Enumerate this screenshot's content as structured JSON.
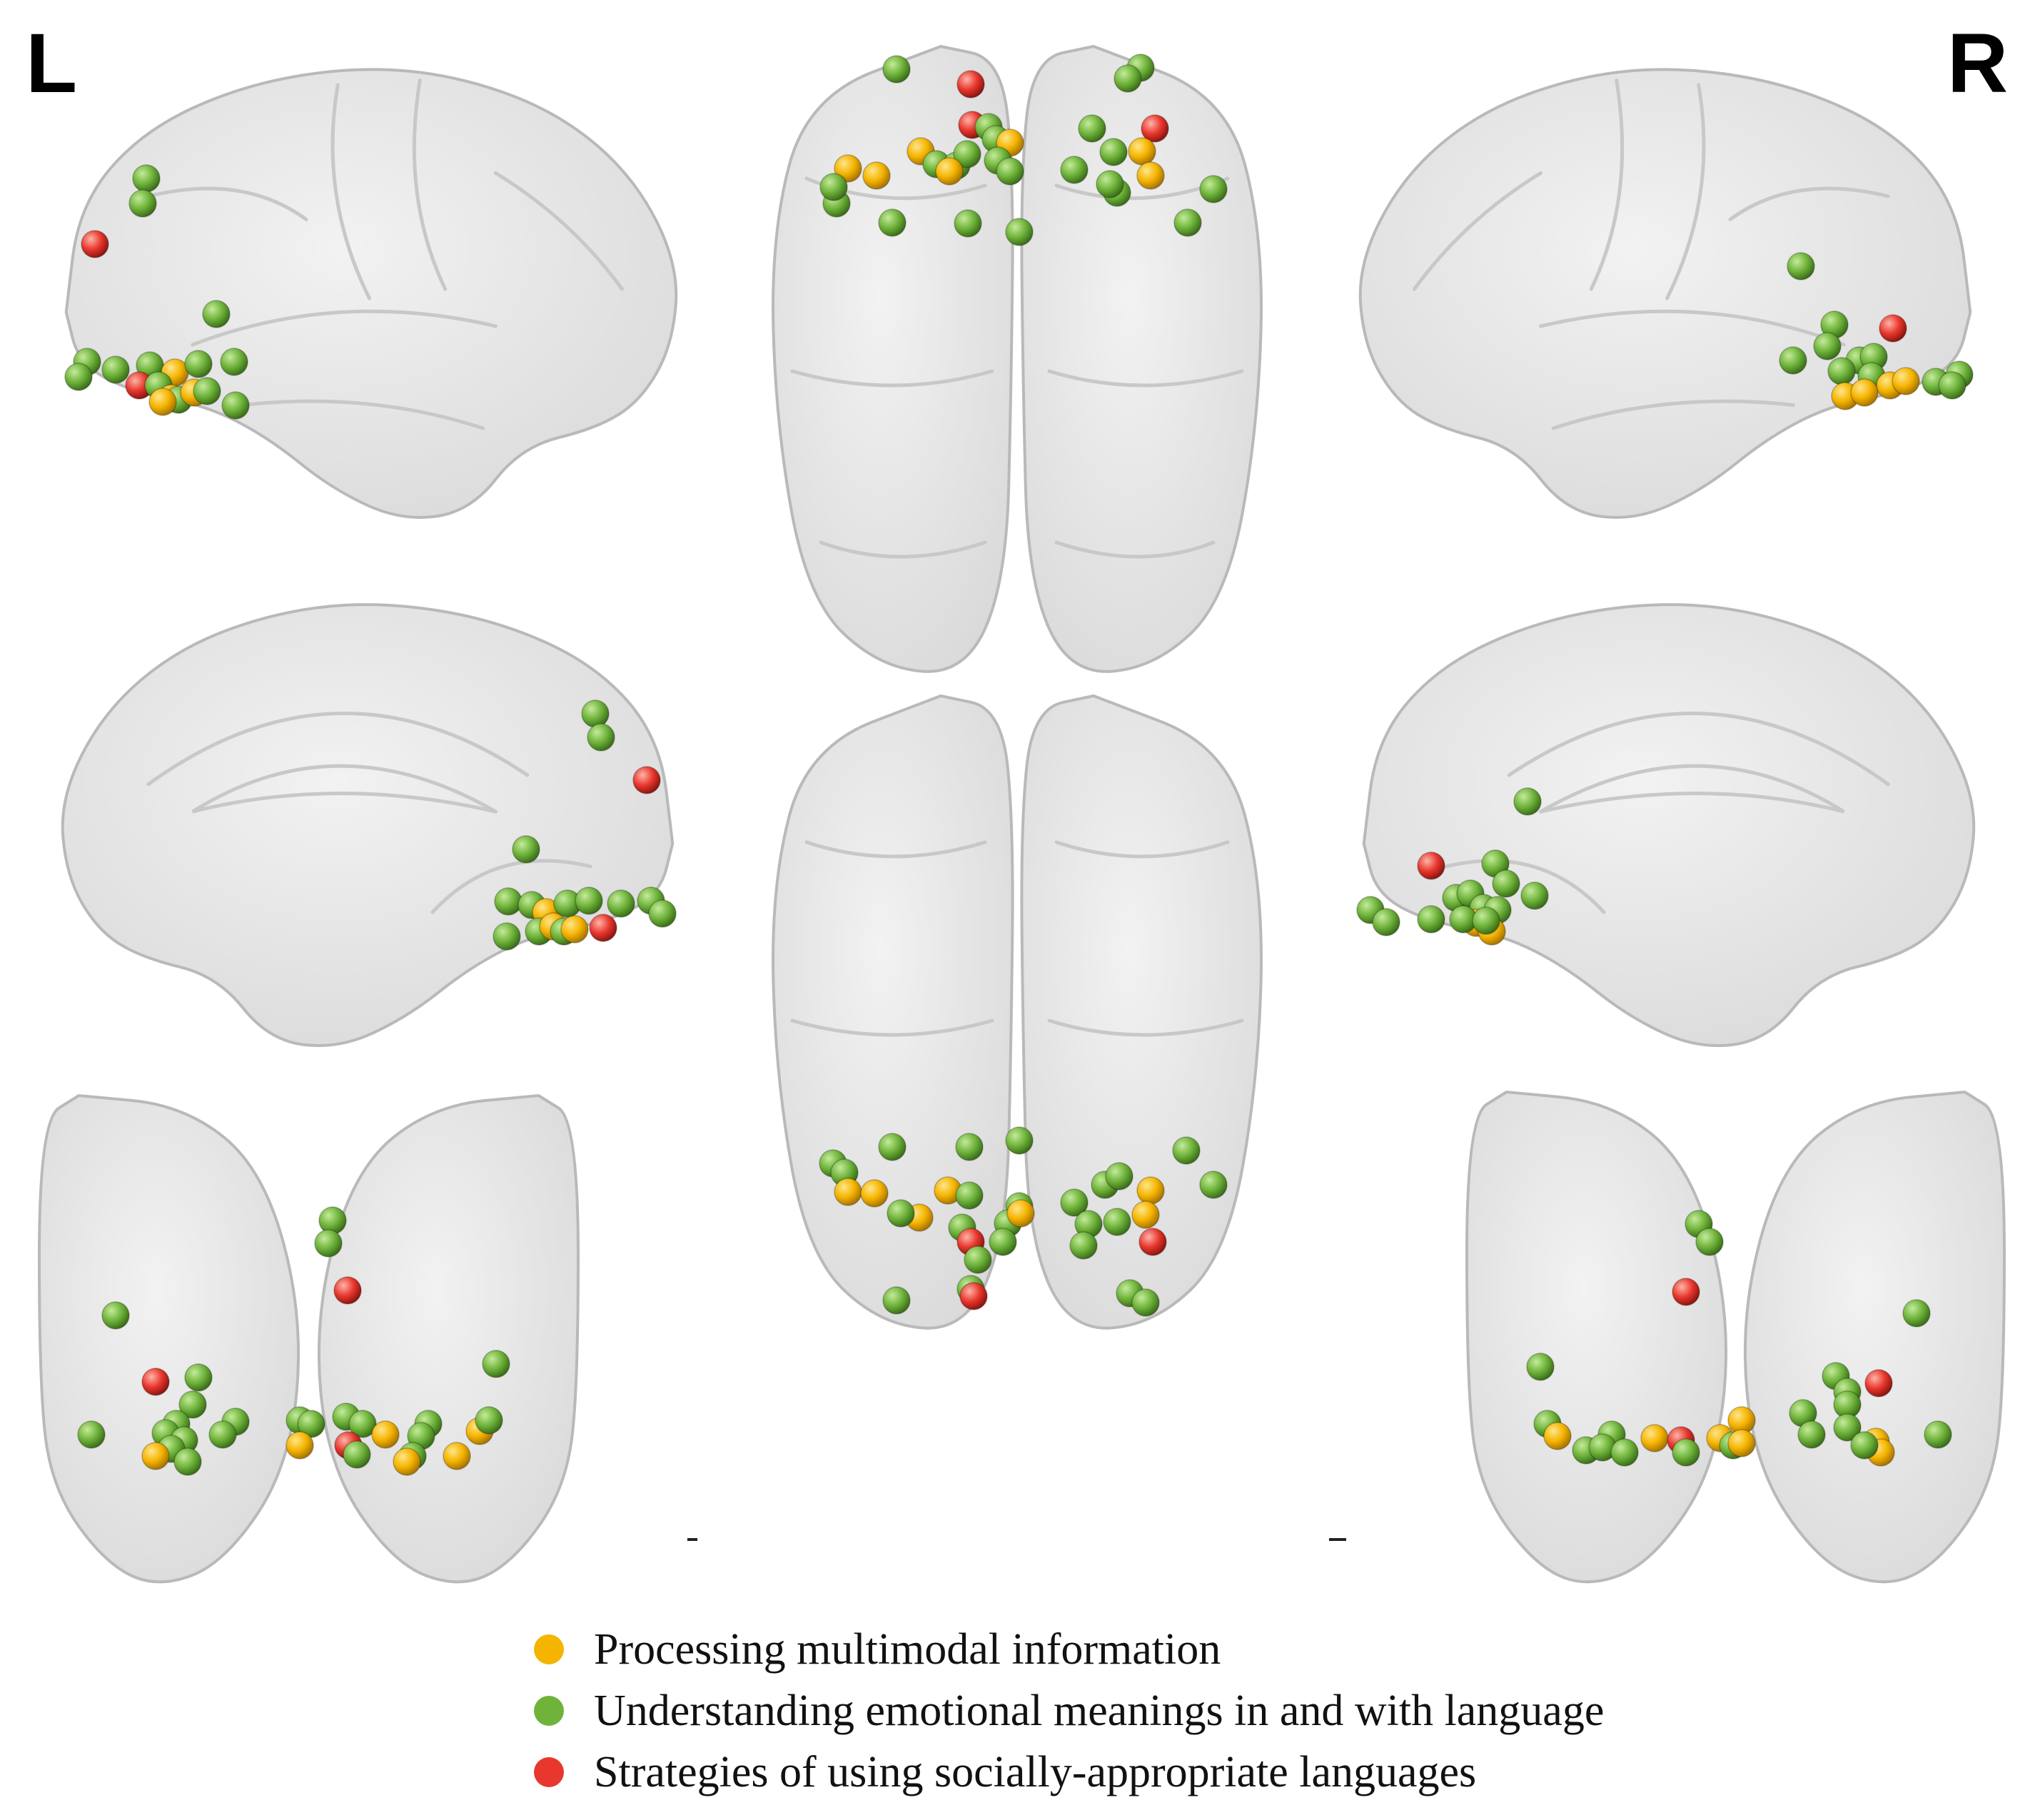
{
  "labels": {
    "left": "L",
    "right": "R"
  },
  "colors": {
    "multimodal": "#f5b400",
    "emotional": "#6fb33b",
    "social": "#e8372d",
    "brain_fill": "#e4e4e4",
    "brain_stroke": "#b9b9b9"
  },
  "legend": [
    {
      "label": "Processing multimodal information",
      "category": "multimodal"
    },
    {
      "label": "Understanding emotional meanings in and with language",
      "category": "emotional"
    },
    {
      "label": "Strategies of using socially-appropriate languages",
      "category": "social"
    }
  ],
  "views": [
    {
      "view": "left-lateral"
    },
    {
      "view": "left-medial"
    },
    {
      "view": "anterior-left"
    },
    {
      "view": "superior"
    },
    {
      "view": "inferior"
    },
    {
      "view": "right-lateral"
    },
    {
      "view": "right-medial"
    },
    {
      "view": "anterior-right"
    }
  ]
}
